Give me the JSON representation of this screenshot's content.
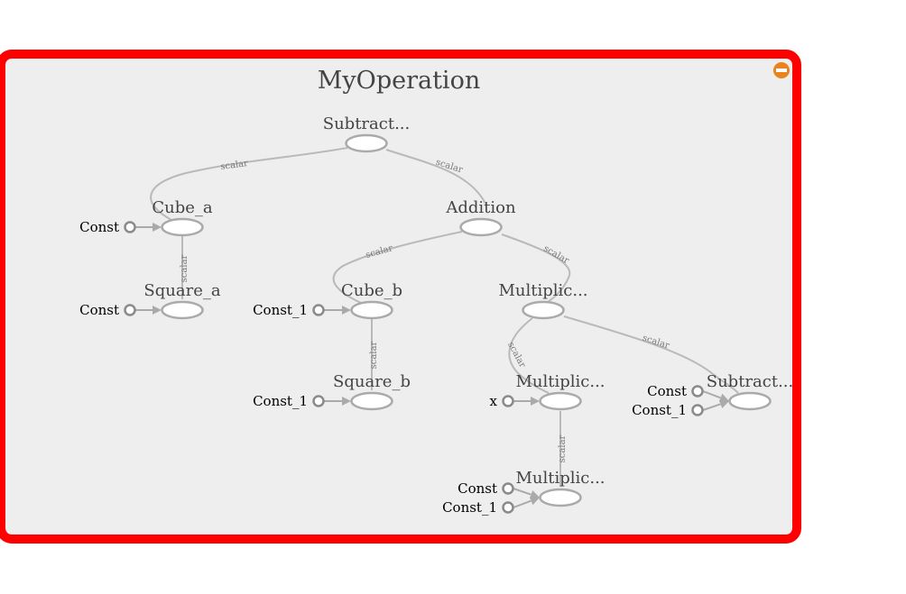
{
  "group": {
    "title": "MyOperation",
    "frame_color": "#ff0000",
    "collapse_icon": "minus-circle-icon",
    "collapse_color": "#e8831f"
  },
  "nodes": [
    {
      "id": "subtract",
      "label": "Subtract..."
    },
    {
      "id": "cube_a",
      "label": "Cube_a"
    },
    {
      "id": "addition",
      "label": "Addition"
    },
    {
      "id": "square_a",
      "label": "Square_a"
    },
    {
      "id": "cube_b",
      "label": "Cube_b"
    },
    {
      "id": "multiplic1",
      "label": "Multiplic..."
    },
    {
      "id": "square_b",
      "label": "Square_b"
    },
    {
      "id": "multiplic2",
      "label": "Multiplic..."
    },
    {
      "id": "subtract2",
      "label": "Subtract..."
    },
    {
      "id": "multiplic3",
      "label": "Multiplic..."
    }
  ],
  "inputs": [
    {
      "label": "Const",
      "to": "cube_a"
    },
    {
      "label": "Const",
      "to": "square_a"
    },
    {
      "label": "Const_1",
      "to": "cube_b"
    },
    {
      "label": "Const_1",
      "to": "square_b"
    },
    {
      "label": "x",
      "to": "multiplic2"
    },
    {
      "label": "Const",
      "to": "subtract2"
    },
    {
      "label": "Const_1",
      "to": "subtract2"
    },
    {
      "label": "Const",
      "to": "multiplic3"
    },
    {
      "label": "Const_1",
      "to": "multiplic3"
    }
  ],
  "edges": [
    {
      "from": "subtract",
      "to": "cube_a",
      "label": "scalar"
    },
    {
      "from": "subtract",
      "to": "addition",
      "label": "scalar"
    },
    {
      "from": "cube_a",
      "to": "square_a",
      "label": "scalar"
    },
    {
      "from": "addition",
      "to": "cube_b",
      "label": "scalar"
    },
    {
      "from": "addition",
      "to": "multiplic1",
      "label": "scalar"
    },
    {
      "from": "cube_b",
      "to": "square_b",
      "label": "scalar"
    },
    {
      "from": "multiplic1",
      "to": "multiplic2",
      "label": "scalar"
    },
    {
      "from": "multiplic1",
      "to": "subtract2",
      "label": "scalar"
    },
    {
      "from": "multiplic2",
      "to": "multiplic3",
      "label": "scalar"
    }
  ]
}
